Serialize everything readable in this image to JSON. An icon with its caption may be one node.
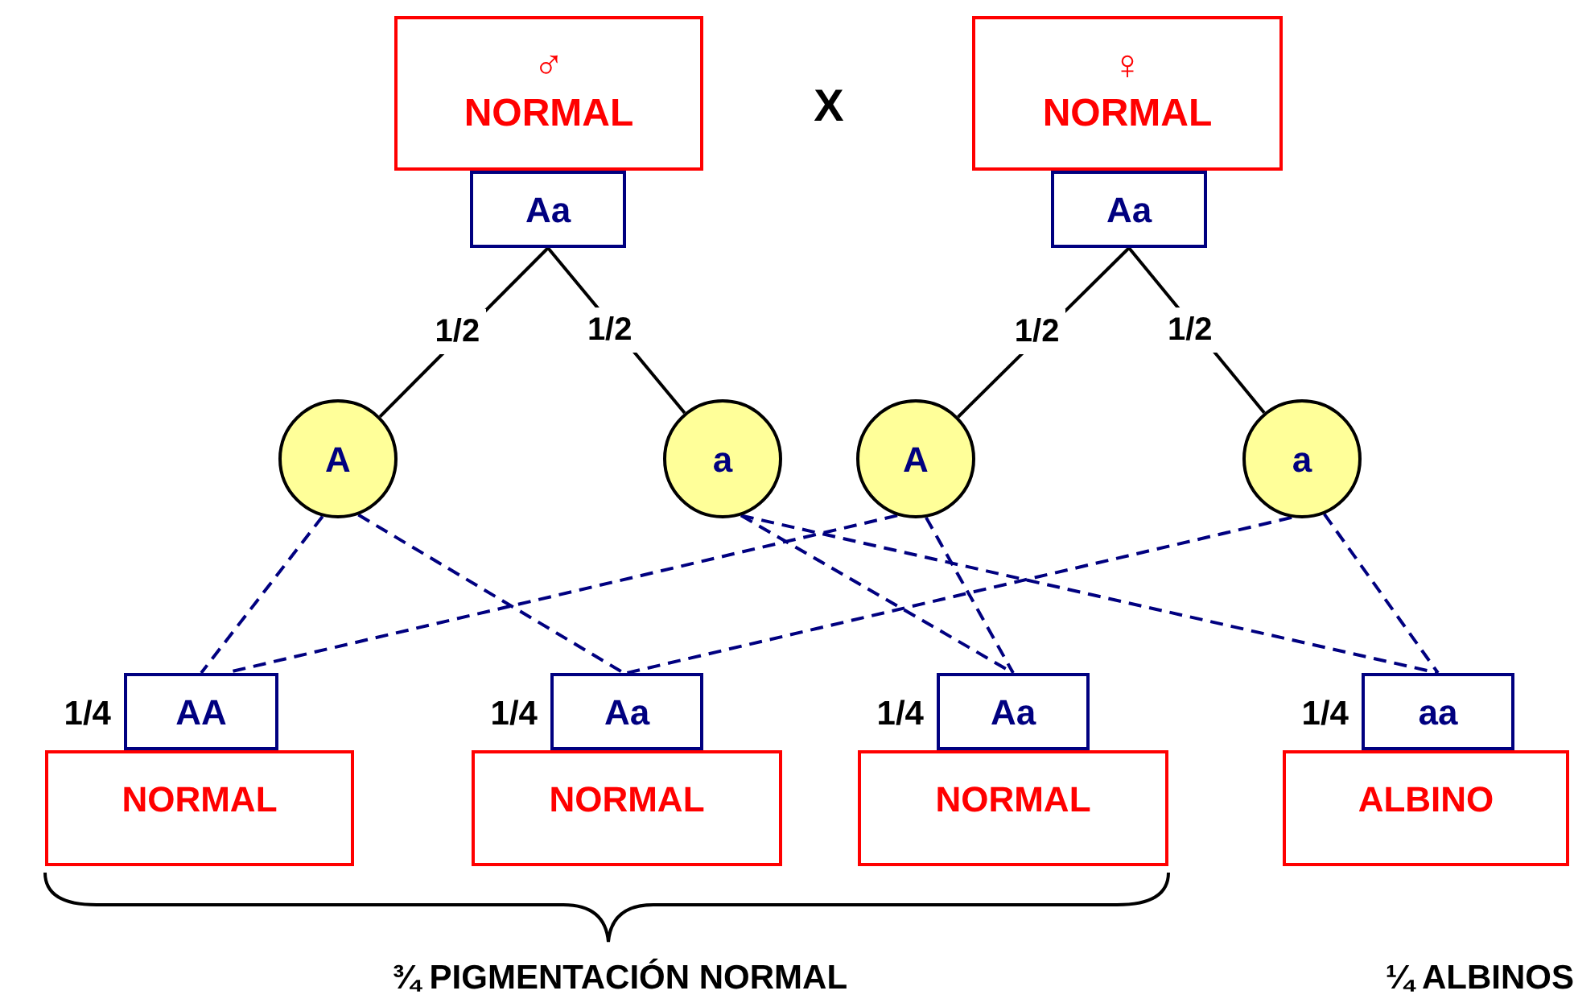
{
  "diagram": {
    "nodes": [
      {
        "text": [
          "♂",
          "NORMAL"
        ]
      },
      {
        "text": [
          "Aa"
        ]
      },
      {
        "text": [
          "♀",
          "NORMAL"
        ]
      },
      {
        "text": [
          "Aa"
        ]
      },
      {
        "text": [
          "A"
        ]
      },
      {
        "text": [
          "a"
        ]
      },
      {
        "text": [
          "A"
        ]
      },
      {
        "text": [
          "a"
        ]
      },
      {
        "text": [
          "AA"
        ],
        "beside": [
          "1/4"
        ]
      },
      {
        "text": [
          "NORMAL"
        ]
      },
      {
        "text": [
          "Aa"
        ],
        "beside": [
          "1/4"
        ]
      },
      {
        "text": [
          "NORMAL"
        ]
      },
      {
        "text": [
          "Aa"
        ],
        "beside": [
          "1/4"
        ]
      },
      {
        "text": [
          "NORMAL"
        ]
      },
      {
        "text": [
          "aa"
        ],
        "beside": [
          "1/4"
        ]
      },
      {
        "text": [
          "ALBINO"
        ]
      }
    ],
    "edges": [
      {
        "from": 1,
        "to": 4,
        "arrow": "none",
        "label": "1/2",
        "color": "#000000"
      },
      {
        "from": 1,
        "to": 5,
        "arrow": "none",
        "label": "1/2",
        "color": "#000000"
      },
      {
        "from": 3,
        "to": 6,
        "arrow": "none",
        "label": "1/2",
        "color": "#000000"
      },
      {
        "from": 3,
        "to": 7,
        "arrow": "none",
        "label": "1/2",
        "color": "#000000"
      },
      {
        "from": 4,
        "to": 8,
        "arrow": "none",
        "style": "dashed"
      },
      {
        "from": 4,
        "to": 10,
        "arrow": "none",
        "style": "dashed"
      },
      {
        "from": 5,
        "to": 12,
        "arrow": "none",
        "style": "dashed"
      },
      {
        "from": 5,
        "to": 14,
        "arrow": "none",
        "style": "dashed"
      },
      {
        "from": 6,
        "to": 8,
        "arrow": "none",
        "style": "dashed"
      },
      {
        "from": 6,
        "to": 12,
        "arrow": "none",
        "style": "dashed"
      },
      {
        "from": 7,
        "to": 10,
        "arrow": "none",
        "style": "dashed"
      },
      {
        "from": 7,
        "to": 14,
        "arrow": "none",
        "style": "dashed"
      }
    ],
    "labels": [
      "X",
      "¾ PIGMENTACIÓN NORMAL",
      "¼ ALBINOS"
    ]
  }
}
